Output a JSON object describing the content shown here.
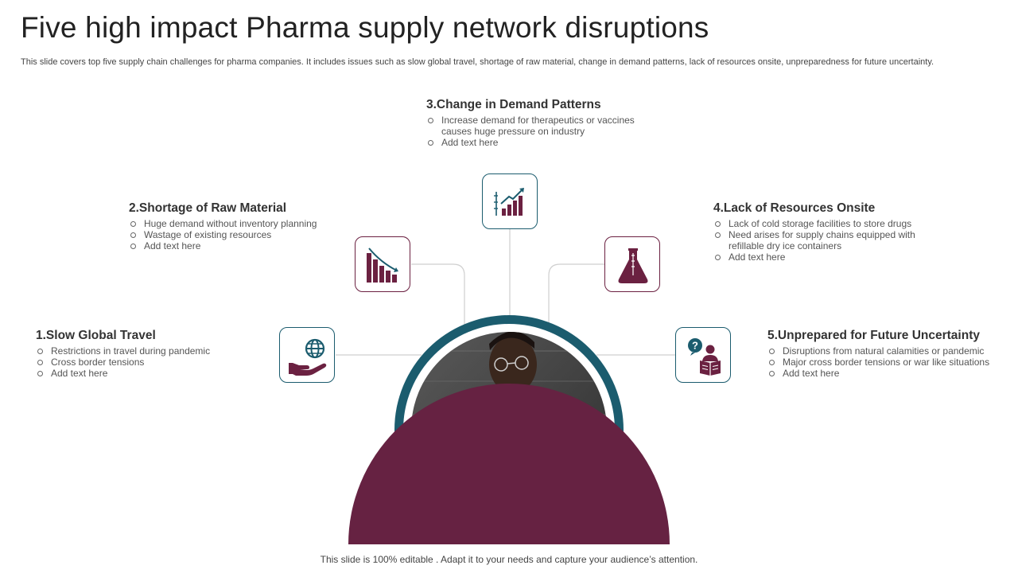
{
  "slide": {
    "title": "Five high impact Pharma supply network disruptions",
    "description": "This slide covers top five supply chain challenges for pharma companies. It includes issues such as slow global travel, shortage of raw material, change in demand patterns, lack of resources onsite, unpreparedness for future uncertainty.",
    "footer": "This slide is 100% editable . Adapt it to your needs and capture your audience’s attention."
  },
  "colors": {
    "teal": "#1b5c6e",
    "maroon": "#6b2141",
    "arc": "#662242"
  },
  "items": [
    {
      "heading": "1.Slow Global  Travel",
      "icon": "globe-in-hand-icon",
      "points": [
        "Restrictions in travel during pandemic",
        "Cross border tensions",
        "Add text here"
      ]
    },
    {
      "heading": "2.Shortage of Raw Material",
      "icon": "declining-bar-chart-icon",
      "points": [
        "Huge demand without inventory planning",
        "Wastage of existing resources",
        "Add text here"
      ]
    },
    {
      "heading": "3.Change in Demand Patterns",
      "icon": "growth-bar-chart-icon",
      "points": [
        "Increase demand for therapeutics or vaccines causes huge pressure on industry",
        "Add text here"
      ]
    },
    {
      "heading": "4.Lack of Resources Onsite",
      "icon": "lab-flask-icon",
      "points": [
        "Lack of cold storage facilities to store drugs",
        "Need arises for supply chains equipped with refillable dry ice containers",
        "Add text here"
      ]
    },
    {
      "heading": "5.Unprepared for Future Uncertainty",
      "icon": "question-reader-icon",
      "points": [
        "Disruptions from natural calamities or pandemic",
        "Major cross border tensions or war like situations",
        "Add text here"
      ]
    }
  ],
  "center_image": "doctor-with-stethoscope-photo"
}
